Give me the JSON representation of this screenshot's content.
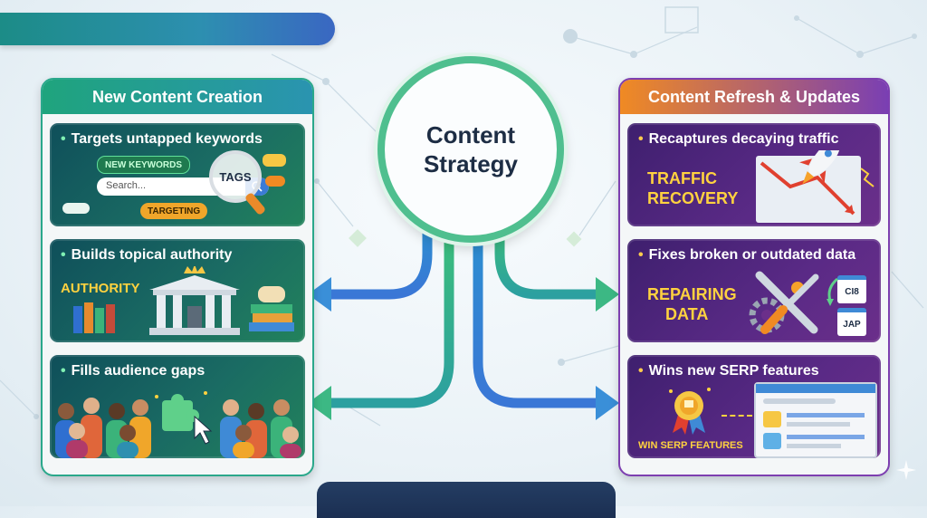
{
  "center": {
    "line1": "Content",
    "line2": "Strategy"
  },
  "left_panel": {
    "title": "New Content Creation",
    "cards": [
      {
        "title": "Targets untapped keywords",
        "tag_new": "NEW KEYWORDS",
        "search_placeholder": "Search...",
        "tag_tags": "TAGS",
        "tag_targeting": "TARGETING"
      },
      {
        "title": "Builds topical authority",
        "label": "AUTHORITY"
      },
      {
        "title": "Fills audience gaps"
      }
    ]
  },
  "right_panel": {
    "title": "Content Refresh & Updates",
    "cards": [
      {
        "title": "Recaptures decaying traffic",
        "label_line1": "TRAFFIC",
        "label_line2": "RECOVERY"
      },
      {
        "title": "Fixes broken or outdated data",
        "label_line1": "REPAIRING",
        "label_line2": "DATA",
        "cal1": "CI8",
        "cal2": "JAP"
      },
      {
        "title": "Wins new SERP features",
        "label": "WIN SERP FEATURES"
      }
    ]
  },
  "colors": {
    "green": "#2aa88b",
    "blue": "#3a8fd8",
    "purple": "#7d3fb0",
    "orange": "#f08a23",
    "gold": "#ffd23f"
  }
}
